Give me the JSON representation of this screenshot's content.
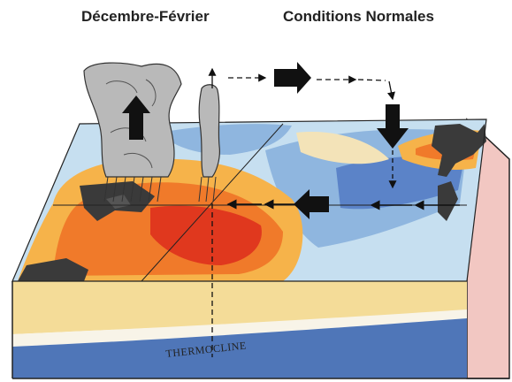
{
  "header": {
    "season": "Décembre-Février",
    "condition": "Conditions Normales"
  },
  "diagram": {
    "thermocline_label": "THERMOCLINE"
  },
  "colors": {
    "warm_dark": "#e0381e",
    "warm_mid": "#f07a2a",
    "warm_light": "#f6b34a",
    "neutral": "#f3e3b8",
    "cool_light": "#c6dff0",
    "cool_mid": "#8fb6df",
    "cool_dark": "#5b83c8",
    "deep_water": "#4f76b8",
    "surface_layer": "#f4dc98",
    "land": "#3a3a3a",
    "side_wall": "#f2c7c2",
    "cloud": "#b9b9b9"
  }
}
